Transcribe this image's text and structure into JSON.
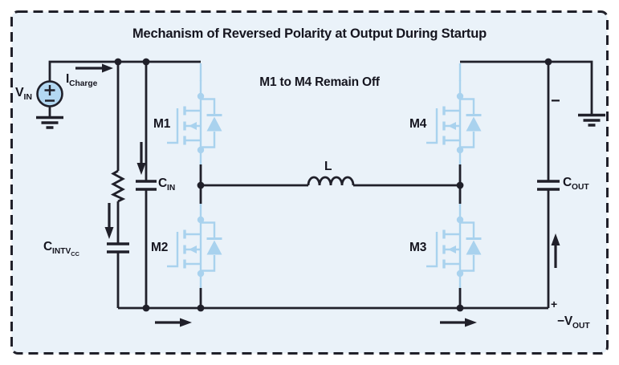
{
  "figure": {
    "title": "Mechanism of Reversed Polarity at Output During Startup",
    "annotation": "M1 to M4 Remain Off",
    "labels": {
      "vin": {
        "base": "V",
        "sub": "IN"
      },
      "icharge": {
        "base": "I",
        "sub": "Charge"
      },
      "m1": "M1",
      "m2": "M2",
      "m3": "M3",
      "m4": "M4",
      "cin": {
        "base": "C",
        "sub": "IN"
      },
      "cintvcc": {
        "base": "C",
        "sub": "INTV",
        "subsub": "CC"
      },
      "inductor": "L",
      "cout": {
        "base": "C",
        "sub": "OUT"
      },
      "output_minus": "−",
      "output_plus": "+",
      "vout": {
        "base": "−V",
        "sub": "OUT"
      }
    },
    "colors": {
      "canvas": "#ffffff",
      "panel_fill": "#eaf2f9",
      "line": "#20202a",
      "mosfet_blue": "#a9d2ee",
      "source_fill": "#b3d8f2",
      "text": "#15151f"
    }
  }
}
